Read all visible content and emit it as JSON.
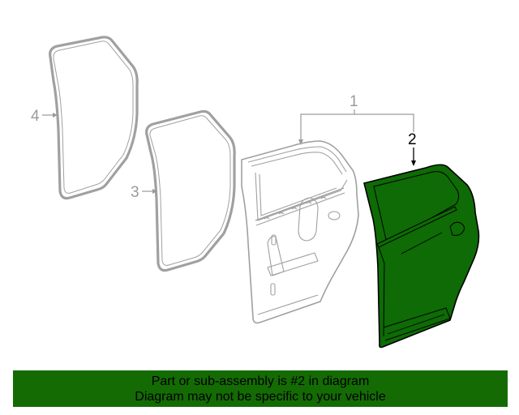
{
  "diagram": {
    "callouts": [
      {
        "number": "1",
        "label_color": "#9a9a9a",
        "part": "door-shell-assembly"
      },
      {
        "number": "2",
        "label_color": "#000000",
        "part": "door-outer-panel",
        "highlighted": true
      },
      {
        "number": "3",
        "label_color": "#9a9a9a",
        "part": "door-weatherstrip-body-side"
      },
      {
        "number": "4",
        "label_color": "#9a9a9a",
        "part": "door-weatherstrip-door-side"
      }
    ],
    "highlight_color": "#0e6b05",
    "outline_color": "#9a9a9a"
  },
  "banner": {
    "line1": "Part or sub-assembly is #2 in diagram",
    "line2": "Diagram may not be specific to your vehicle",
    "background": "#146b04"
  }
}
